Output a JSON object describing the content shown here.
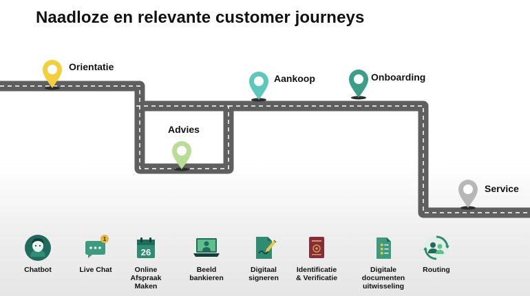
{
  "title": "Naadloze en relevante customer journeys",
  "colors": {
    "road": "#5f5f5f",
    "road_dash": "#ffffff",
    "pin_orientatie": "#f4cf3c",
    "pin_advies": "#b9dc96",
    "pin_aankoop": "#5cc8bb",
    "pin_onboarding": "#3b9e88",
    "pin_service": "#b7b7b7",
    "icon_dark": "#1f6b5e",
    "icon_mid": "#2f8c72",
    "icon_light": "#5fbf8a",
    "icon_burgundy": "#8a2b3b",
    "badge": "#e8b63a"
  },
  "stages": [
    {
      "key": "orientatie",
      "label": "Orientatie"
    },
    {
      "key": "advies",
      "label": "Advies"
    },
    {
      "key": "aankoop",
      "label": "Aankoop"
    },
    {
      "key": "onboarding",
      "label": "Onboarding"
    },
    {
      "key": "service",
      "label": "Service"
    }
  ],
  "channels": [
    {
      "key": "chatbot",
      "label": "Chatbot",
      "icon": "chatbot-icon"
    },
    {
      "key": "live-chat",
      "label": "Live Chat",
      "icon": "live-chat-icon",
      "badge": "1"
    },
    {
      "key": "online-afspraak",
      "label": "Online\nAfspraak\nMaken",
      "icon": "calendar-icon",
      "calendar_day": "26"
    },
    {
      "key": "beeld-bankieren",
      "label": "Beeld\nbankieren",
      "icon": "video-banking-icon"
    },
    {
      "key": "digitaal-signeren",
      "label": "Digitaal\nsigneren",
      "icon": "signing-icon"
    },
    {
      "key": "identificatie",
      "label": "Identificatie\n& Verificatie",
      "icon": "passport-icon"
    },
    {
      "key": "documenten",
      "label": "Digitale\ndocumenten\nuitwisseling",
      "icon": "document-exchange-icon"
    },
    {
      "key": "routing",
      "label": "Routing",
      "icon": "routing-icon"
    }
  ]
}
